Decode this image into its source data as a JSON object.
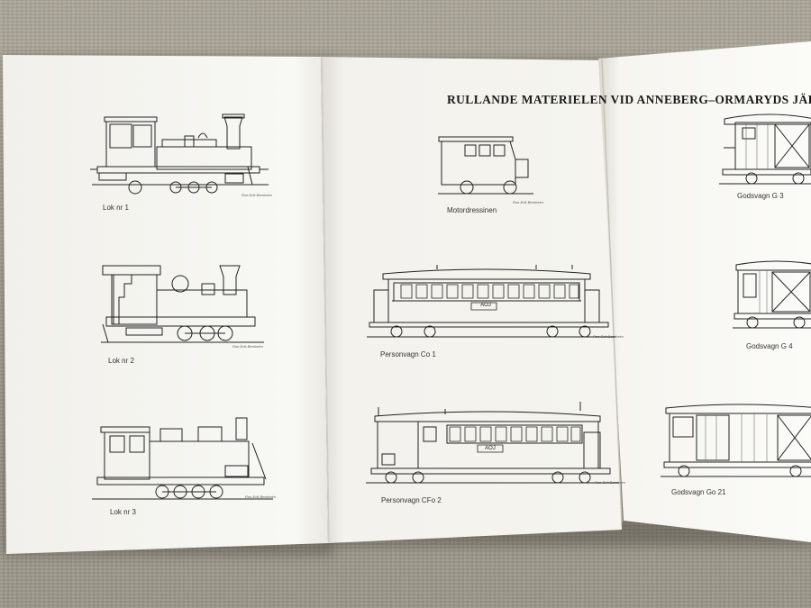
{
  "document": {
    "title": "RULLANDE MATERIELEN VID ANNEBERG–ORMARYDS JÄRNVÄG",
    "drawings": [
      {
        "caption": "Lok nr 1"
      },
      {
        "caption": "Lok nr 2"
      },
      {
        "caption": "Lok nr 3"
      },
      {
        "caption": "Motordressinen"
      },
      {
        "caption": "Personvagn Co 1"
      },
      {
        "caption": "Personvagn CFo 2"
      },
      {
        "caption": "Godsvagn G 3"
      },
      {
        "caption": "Godsvagn G 4"
      },
      {
        "caption": "Godsvagn Go 21"
      }
    ],
    "car_marking": "AOJ",
    "signature": "Ron-Erik Bernheim"
  },
  "colors": {
    "tablecloth": "#a49f92",
    "paper": "#f7f6f1",
    "ink": "#222222"
  }
}
